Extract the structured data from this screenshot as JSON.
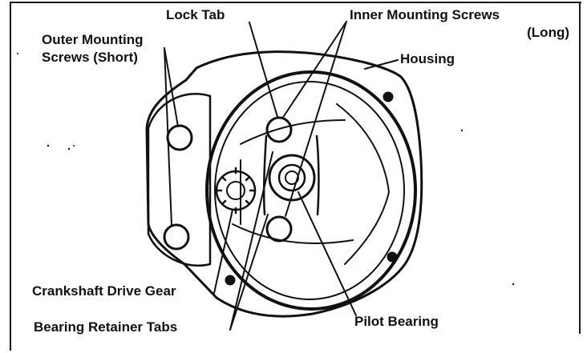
{
  "labels": {
    "lock_tab": "Lock Tab",
    "inner_screws_line1": "Inner Mounting Screws",
    "inner_screws_line2": "(Long)",
    "outer_screws_line1": "Outer Mounting",
    "outer_screws_line2": "Screws (Short)",
    "housing": "Housing",
    "crankshaft_gear": "Crankshaft Drive Gear",
    "bearing_tabs": "Bearing Retainer Tabs",
    "pilot_bearing": "Pilot Bearing"
  },
  "colors": {
    "ink": "#111111",
    "paper": "#ffffff"
  }
}
